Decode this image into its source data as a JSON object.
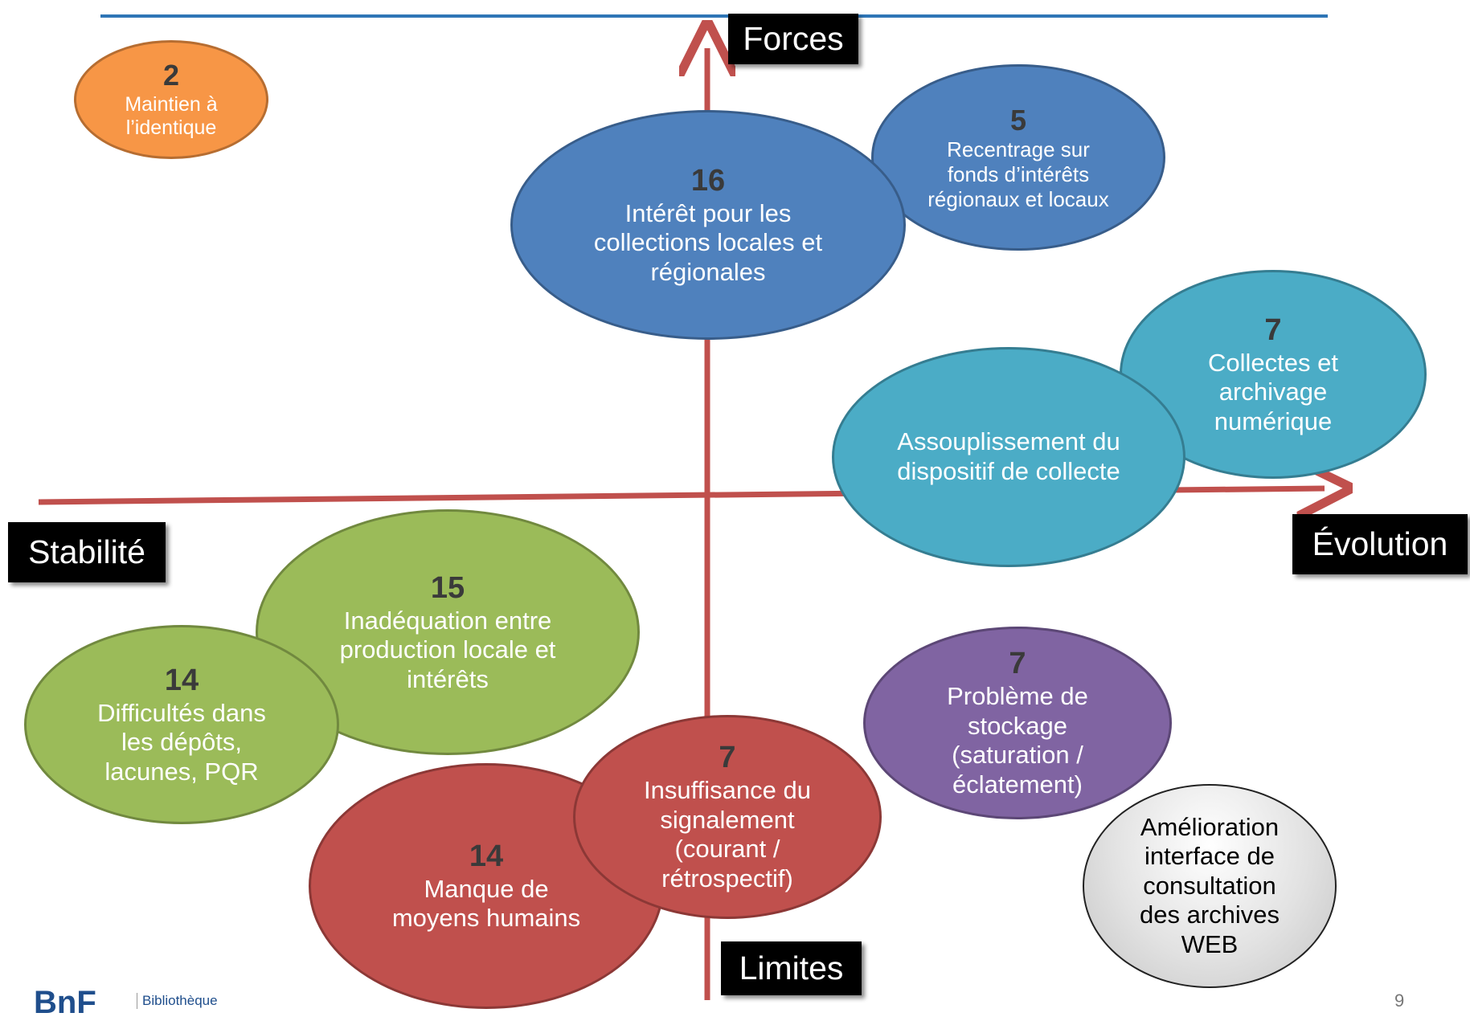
{
  "axes": {
    "top": "Forces",
    "bottom": "Limites",
    "left": "Stabilité",
    "right": "Évolution"
  },
  "bubbles": {
    "maintien": {
      "count": "2",
      "label": "Maintien à l’identique",
      "color": "#f79646"
    },
    "interet": {
      "count": "16",
      "label": "Intérêt pour les collections  locales et régionales",
      "color": "#4f81bd"
    },
    "recentrage": {
      "count": "5",
      "label": "Recentrage sur fonds d’intérêts régionaux et locaux",
      "color": "#4f81bd"
    },
    "collectes": {
      "count": "7",
      "label": "Collectes et archivage numérique",
      "color": "#4bacc6"
    },
    "assouplissement": {
      "label": "Assouplissement du dispositif de collecte",
      "color": "#4bacc6"
    },
    "inadequation": {
      "count": "15",
      "label": "Inadéquation entre production locale et intérêts",
      "color": "#9bbb59"
    },
    "difficultes": {
      "count": "14",
      "label": "Difficultés dans les dépôts, lacunes, PQR",
      "color": "#9bbb59"
    },
    "stockage": {
      "count": "7",
      "label": "Problème de stockage (saturation / éclatement)",
      "color": "#8064a2"
    },
    "signalement": {
      "count": "7",
      "label": "Insuffisance du signalement (courant / rétrospectif)",
      "color": "#c0504d"
    },
    "moyens": {
      "count": "14",
      "label": "Manque de moyens humains",
      "color": "#c0504d"
    },
    "amelioration": {
      "label": "Amélioration interface de consultation des archives WEB",
      "color": "#d9d9d9"
    }
  },
  "footer": {
    "logo": "BnF",
    "institution": "Bibliothèque",
    "page_number": "9"
  },
  "colors": {
    "axis_arrow": "#c0504d",
    "top_rule": "#2e75b6"
  }
}
